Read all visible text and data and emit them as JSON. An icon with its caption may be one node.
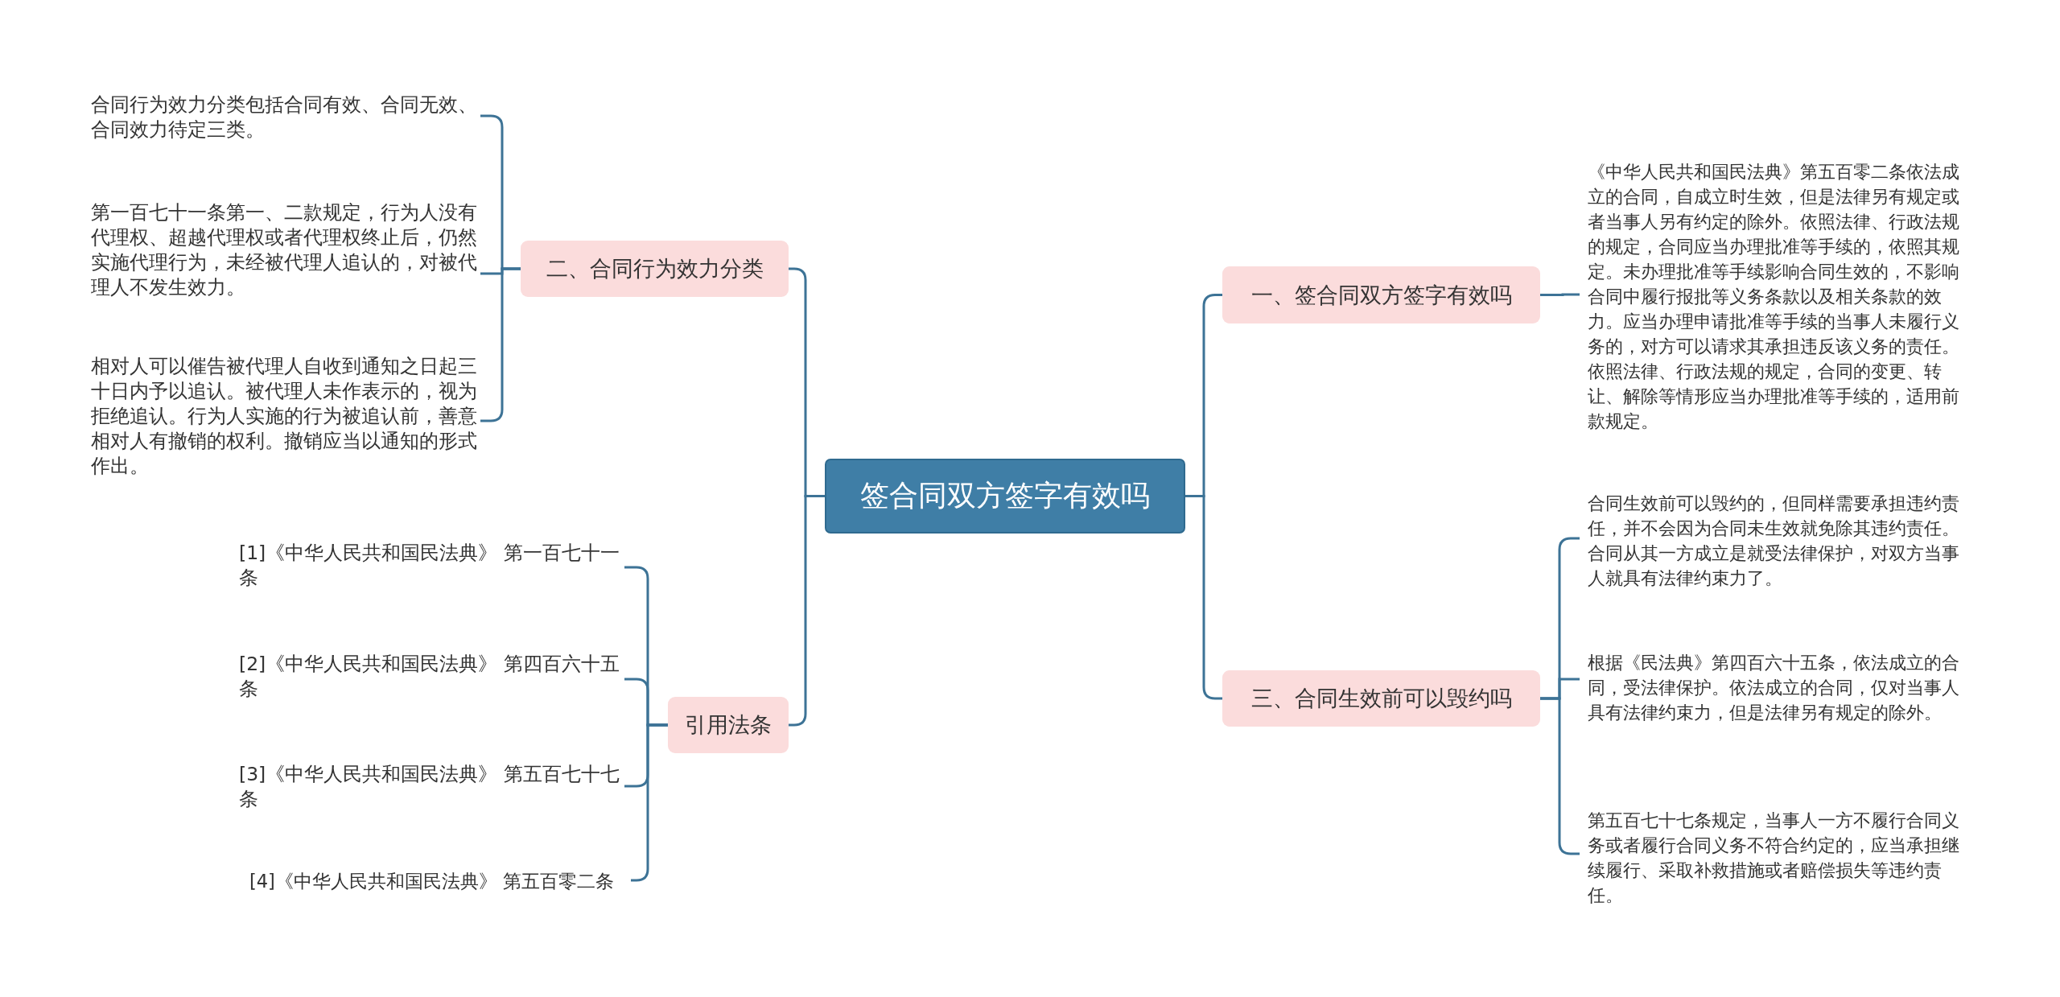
{
  "diagram": {
    "nodes": [
      {
        "text": [
          "签合同双方签字有效吗"
        ]
      },
      {
        "text": [
          "二、合同行为效力分类"
        ]
      },
      {
        "text": [
          "合同行为效力分类包括合同有效、合同无效、合同效力待定三类。"
        ]
      },
      {
        "text": [
          "第一百七十一条第一、二款规定，行为人没有代理权、超越代理权或者代理权终止后，仍然实施代理行为，未经被代理人追认的，对被代理人不发生效力。"
        ]
      },
      {
        "text": [
          "相对人可以催告被代理人自收到通知之日起三十日内予以追认。被代理人未作表示的，视为拒绝追认。行为人实施的行为被追认前，善意相对人有撤销的权利。撤销应当以通知的形式作出。"
        ]
      },
      {
        "text": [
          "引用法条"
        ]
      },
      {
        "text": [
          "[1]《中华人民共和国民法典》 第一百七十一条"
        ]
      },
      {
        "text": [
          "[2]《中华人民共和国民法典》 第四百六十五条"
        ]
      },
      {
        "text": [
          "[3]《中华人民共和国民法典》 第五百七十七条"
        ]
      },
      {
        "text": [
          "[4]《中华人民共和国民法典》 第五百零二条"
        ]
      },
      {
        "text": [
          "一、签合同双方签字有效吗"
        ]
      },
      {
        "text": [
          "《中华人民共和国民法典》第五百零二条依法成立的合同，自成立时生效，但是法律另有规定或者当事人另有约定的除外。依照法律、行政法规的规定，合同应当办理批准等手续的，依照其规定。未办理批准等手续影响合同生效的，不影响合同中履行报批等义务条款以及相关条款的效力。应当办理申请批准等手续的当事人未履行义务的，对方可以请求其承担违反该义务的责任。依照法律、行政法规的规定，合同的变更、转让、解除等情形应当办理批准等手续的，适用前款规定。"
        ]
      },
      {
        "text": [
          "三、合同生效前可以毁约吗"
        ]
      },
      {
        "text": [
          "合同生效前可以毁约的，但同样需要承担违约责任，并不会因为合同未生效就免除其违约责任。合同从其一方成立是就受法律保护，对双方当事人就具有法律约束力了。"
        ]
      },
      {
        "text": [
          "根据《民法典》第四百六十五条，依法成立的合同，受法律保护。依法成立的合同，仅对当事人具有法律约束力，但是法律另有规定的除外。"
        ]
      },
      {
        "text": [
          "第五百七十七条规定，当事人一方不履行合同义务或者履行合同义务不符合约定的，应当承担继续履行、采取补救措施或者赔偿损失等违约责任。"
        ]
      }
    ],
    "edges": [
      {
        "from": 0,
        "to": 1,
        "arrow": "none"
      },
      {
        "from": 1,
        "to": 2,
        "arrow": "none"
      },
      {
        "from": 1,
        "to": 3,
        "arrow": "none"
      },
      {
        "from": 1,
        "to": 4,
        "arrow": "none"
      },
      {
        "from": 0,
        "to": 5,
        "arrow": "none"
      },
      {
        "from": 5,
        "to": 6,
        "arrow": "none"
      },
      {
        "from": 5,
        "to": 7,
        "arrow": "none"
      },
      {
        "from": 5,
        "to": 8,
        "arrow": "none"
      },
      {
        "from": 5,
        "to": 9,
        "arrow": "none"
      },
      {
        "from": 0,
        "to": 10,
        "arrow": "none"
      },
      {
        "from": 10,
        "to": 11,
        "arrow": "none"
      },
      {
        "from": 0,
        "to": 12,
        "arrow": "none"
      },
      {
        "from": 12,
        "to": 13,
        "arrow": "none"
      },
      {
        "from": 12,
        "to": 14,
        "arrow": "none"
      },
      {
        "from": 12,
        "to": 15,
        "arrow": "none"
      }
    ]
  }
}
